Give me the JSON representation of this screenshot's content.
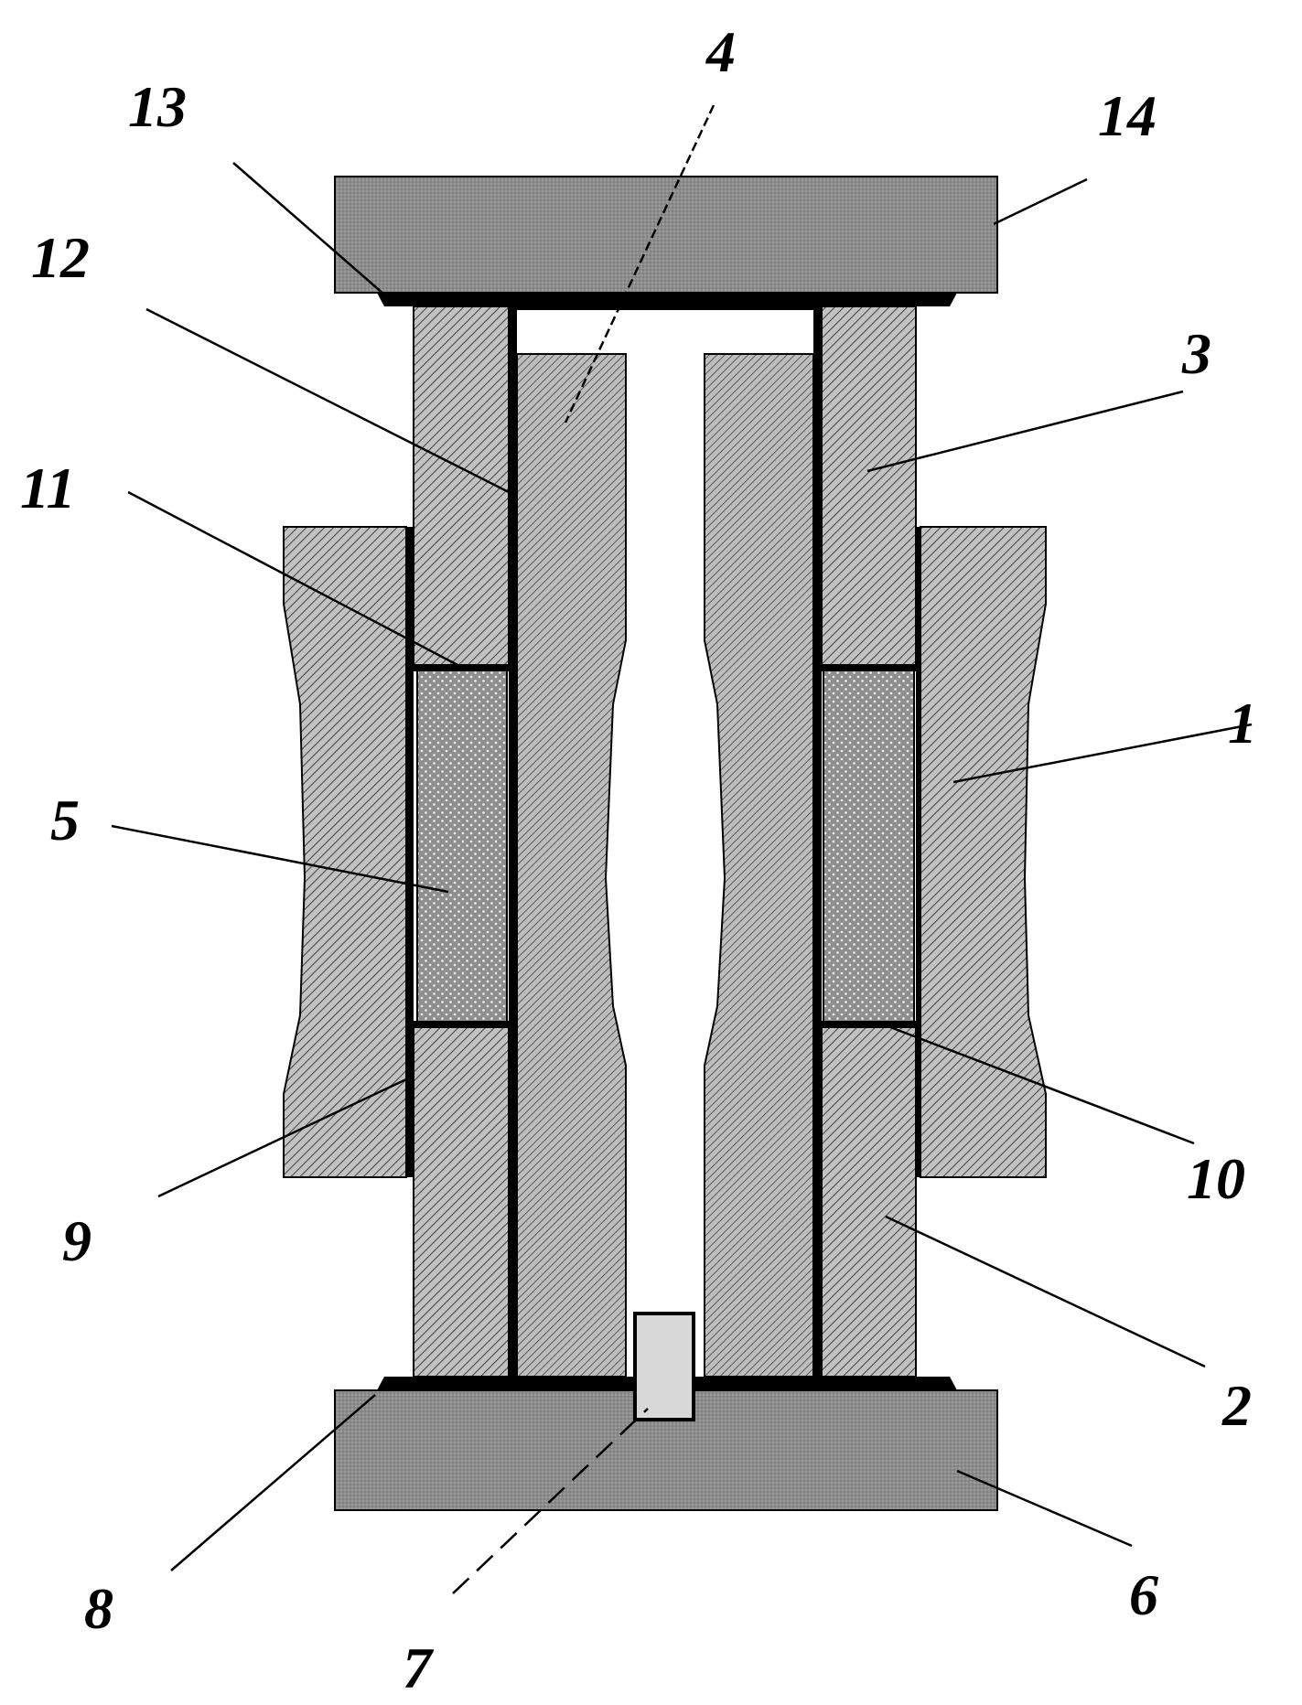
{
  "labels": {
    "l1": "1",
    "l2": "2",
    "l3": "3",
    "l4": "4",
    "l5": "5",
    "l6": "6",
    "l7": "7",
    "l8": "8",
    "l9": "9",
    "l10": "10",
    "l11": "11",
    "l12": "12",
    "l13": "13",
    "l14": "14"
  },
  "colors": {
    "plate": "#8a8a8a",
    "hatch_stroke": "#555555",
    "hatch_fill": "#b5b5b5",
    "dotted_fill": "#9a9a9a",
    "sensor": "#d8d8d8",
    "seam": "#000000"
  }
}
